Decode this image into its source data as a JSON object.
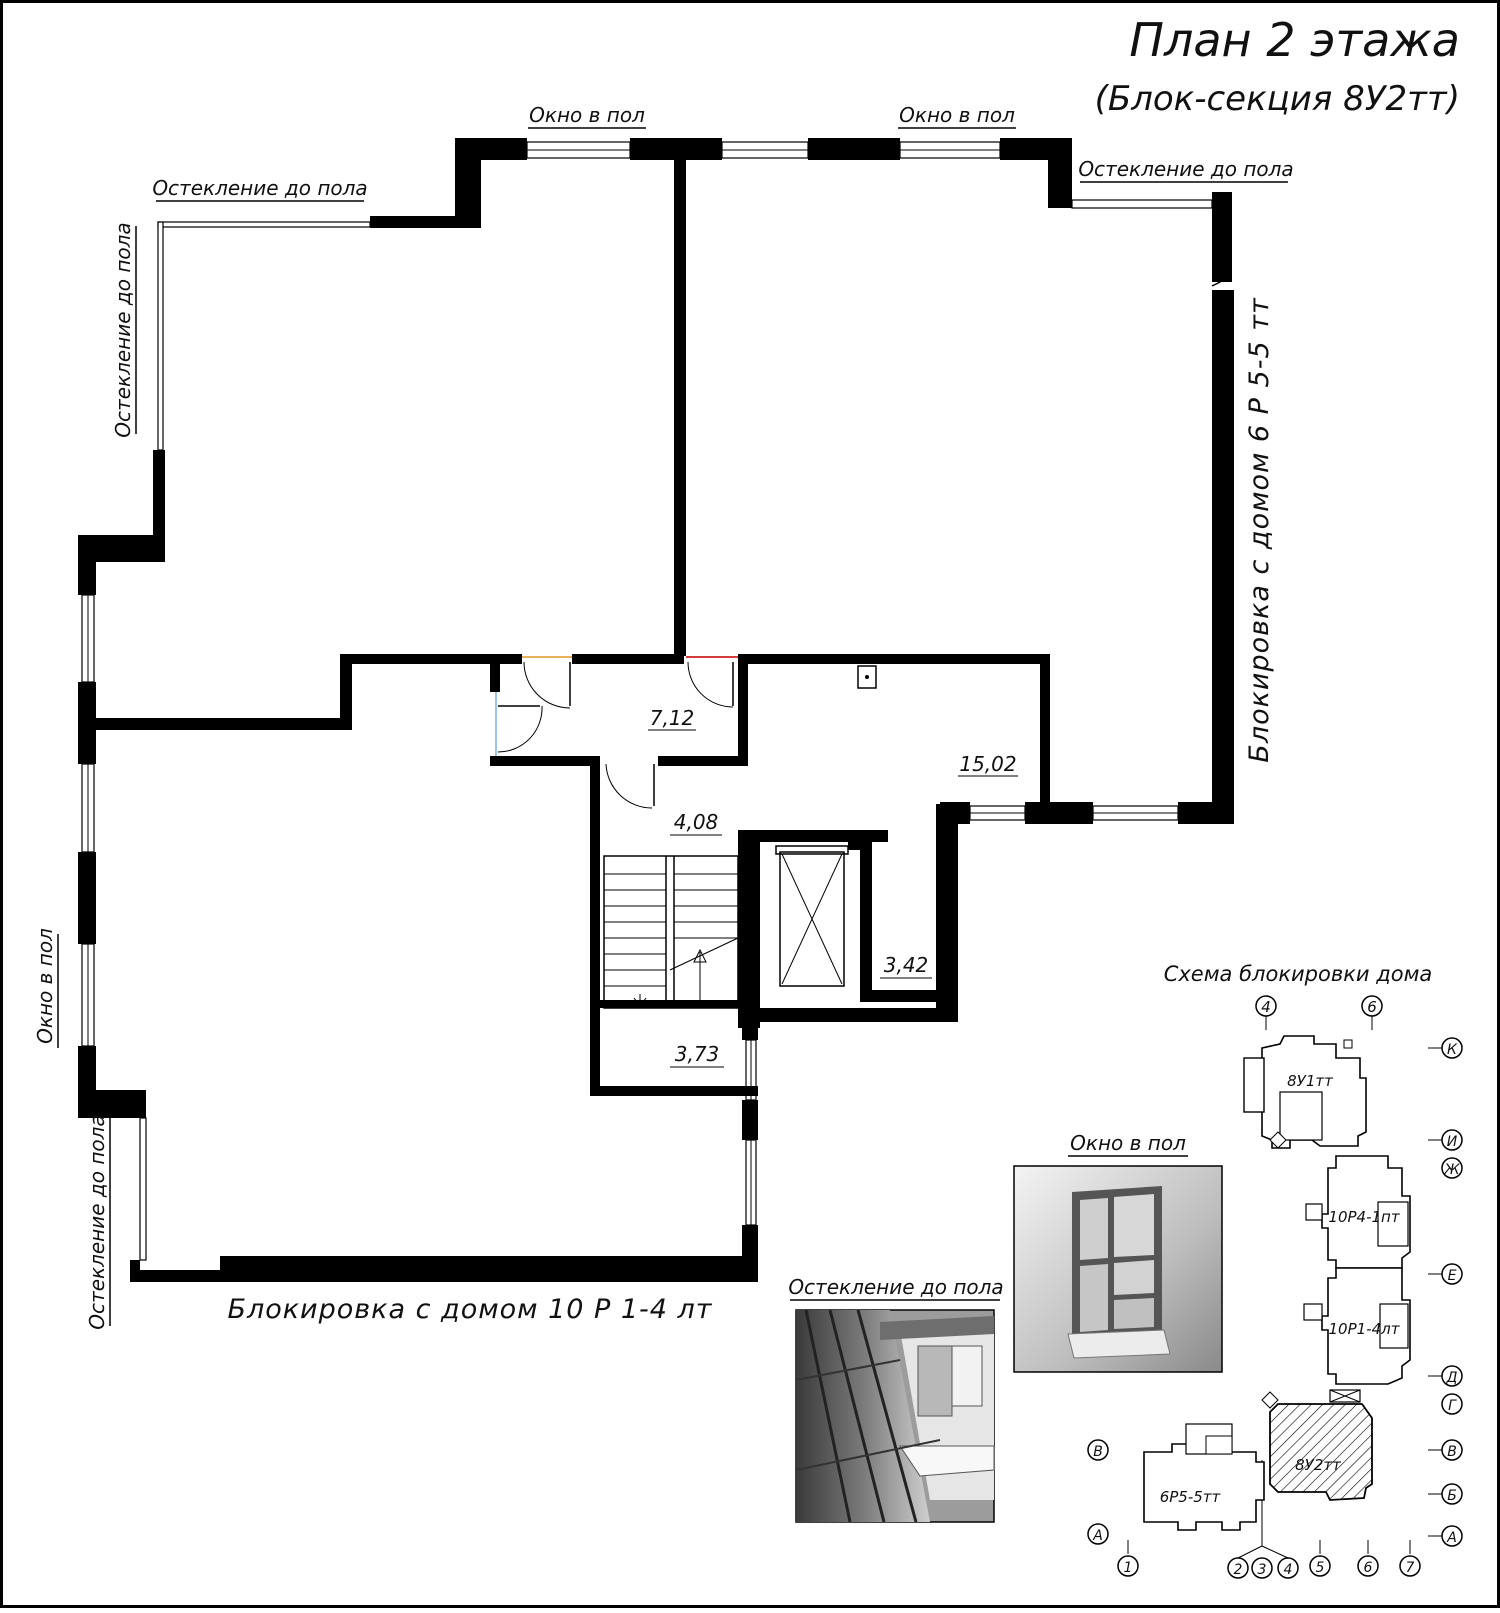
{
  "title": {
    "main": "План 2 этажа",
    "sub": "(Блок-секция 8У2тт)"
  },
  "labels": {
    "window_floor_1": "Окно в пол",
    "window_floor_2": "Окно в пол",
    "window_floor_left": "Окно в пол",
    "glazing_top_left": "Остекление до пола",
    "glazing_top_right": "Остекление до пола",
    "glazing_left_vertical": "Остекление до пола",
    "glazing_bottom_left_vertical": "Остекление до пола",
    "block_right": "Блокировка с домом 6 Р 5-5 тт",
    "block_bottom": "Блокировка с домом 10 Р 1-4 лт"
  },
  "rooms": [
    {
      "id": "hall",
      "area": "7,12"
    },
    {
      "id": "kitchen",
      "area": "15,02"
    },
    {
      "id": "stair",
      "area": "4,08"
    },
    {
      "id": "shaft",
      "area": "3,42"
    },
    {
      "id": "lobby",
      "area": "3,73"
    }
  ],
  "photos": {
    "window_title": "Окно в пол",
    "glazing_title": "Остекление до пола"
  },
  "scheme": {
    "title": "Схема блокировки дома",
    "blocks": [
      "8У1тт",
      "10Р4-1пт",
      "10Р1-4лт",
      "8У2тт",
      "6Р5-5тт"
    ],
    "axes_top": [
      "4",
      "6"
    ],
    "axes_right": [
      "К",
      "И",
      "Ж",
      "Е",
      "Д",
      "Г",
      "В",
      "Б",
      "А"
    ],
    "axes_left": [
      "В",
      "А"
    ],
    "axes_bottom": [
      "1",
      "2",
      "3",
      "4",
      "5",
      "6",
      "7"
    ]
  }
}
